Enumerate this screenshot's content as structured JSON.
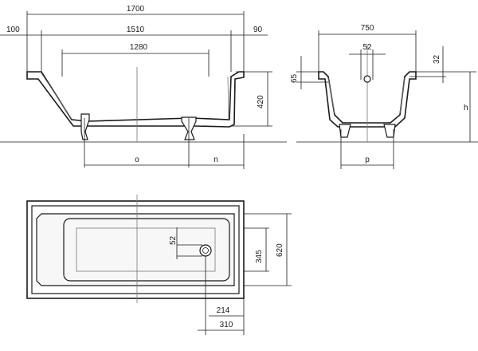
{
  "dimensions": {
    "length_total": "1700",
    "flange_left": "100",
    "inner_length": "1510",
    "flange_right": "90",
    "bottom_length": "1280",
    "height_to_flange": "420",
    "side_depth_small": "65",
    "side_depth_top": "32",
    "width_total": "750",
    "drain_offset": "52",
    "legs_o": "o",
    "legs_n": "n",
    "legs_p": "p",
    "height_h": "h",
    "plan_drain_offset": "52",
    "plan_width_inner": "345",
    "plan_width_total": "620",
    "plan_drain_x": "214",
    "plan_bottom_x": "310"
  }
}
